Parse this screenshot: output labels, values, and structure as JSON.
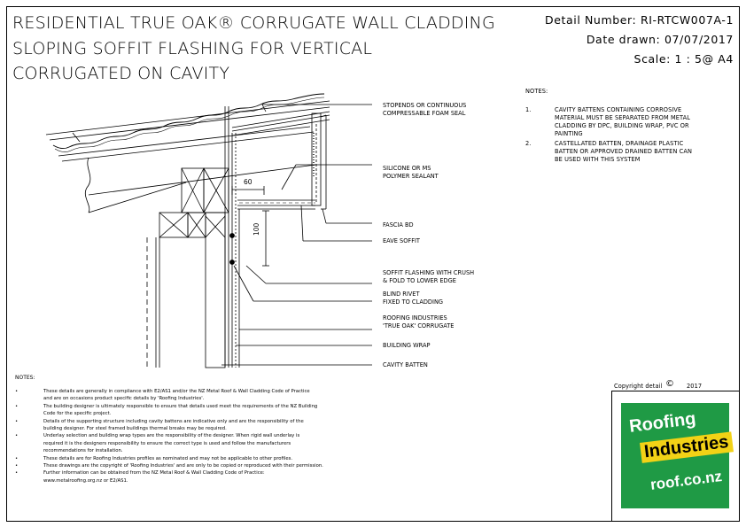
{
  "title": {
    "line1": "RESIDENTIAL TRUE OAK® CORRUGATE WALL CLADDING",
    "line2": "SLOPING SOFFIT FLASHING FOR VERTICAL",
    "line3": "CORRUGATED ON CAVITY"
  },
  "meta": {
    "detail_number": "Detail Number:  RI-RTCW007A-1",
    "date_drawn": "Date drawn:  07/07/2017",
    "scale": "Scale:    1 : 5@ A4"
  },
  "labels": {
    "stopends": [
      "STOPENDS OR CONTINUOUS",
      "COMPRESSABLE FOAM SEAL"
    ],
    "silicone": [
      "SILICONE OR MS",
      "POLYMER SEALANT"
    ],
    "fascia": "FASCIA BD",
    "eave_soffit": "EAVE SOFFIT",
    "soffit_flashing": [
      "SOFFIT FLASHING WITH CRUSH",
      "& FOLD TO LOWER EDGE"
    ],
    "blind_rivet": [
      "BLIND RIVET",
      "FIXED TO CLADDING"
    ],
    "roofing_industries": [
      "ROOFING INDUSTRIES",
      "'TRUE OAK' CORRUGATE"
    ],
    "building_wrap": "BUILDING WRAP",
    "cavity_batten": "CAVITY BATTEN",
    "dim_60": "60",
    "dim_100": "100"
  },
  "notes_right": {
    "heading": "NOTES:",
    "items": [
      {
        "num": "1.",
        "lines": [
          "CAVITY BATTENS CONTAINING CORROSIVE",
          "MATERIAL MUST BE SEPARATED FROM METAL",
          "CLADDING BY DPC, BUILDING WRAP, PVC OR",
          "PAINTING"
        ]
      },
      {
        "num": "2.",
        "lines": [
          "CASTELLATED BATTEN, DRAINAGE PLASTIC",
          "BATTEN OR APPROVED DRAINED BATTEN CAN",
          "BE USED WITH THIS SYSTEM"
        ]
      }
    ]
  },
  "notes_bottom": {
    "heading": "NOTES:",
    "bullets": [
      [
        "These details are generally in compliance with E2/AS1 and/or the NZ Metal Roof & Wall Cladding Code of Practice",
        "and are on occasions product specific details by 'Roofing Industries'."
      ],
      [
        "The building designer is ultimately responsible to ensure that details used meet the requirements of the NZ Building",
        "Code for the specific project."
      ],
      [
        "Details of the supporting structure including cavity battens are indicative only and are the responsibility of the",
        "building designer.  For steel framed buildings thermal breaks may be required."
      ],
      [
        "Underlay selection and building wrap types are the responsibility of the designer. When rigid wall underlay is",
        "required it is the designers responsibility to ensure the correct type is used and follow the manufacturers",
        "recommendations for installation."
      ],
      [
        "These details are for Roofing Industries profiles as nominated and may not be applicable to other profiles."
      ],
      [
        "These drawings are the copyright of 'Roofing Industries' and are only to be copied or reproduced with their permission."
      ],
      [
        "Further information can be obtained from the  NZ Metal Roof & Wall Cladding Code of Practice:",
        "www.metalroofing.org.nz or E2/AS1."
      ]
    ]
  },
  "copyright": {
    "label": "Copyright detail",
    "symbol": "©",
    "year": "2017"
  },
  "logo": {
    "word1": "Roofing",
    "word2": "Industries",
    "url": "roof.co.nz",
    "green": "#1f9a45",
    "yellow": "#f2d216"
  }
}
